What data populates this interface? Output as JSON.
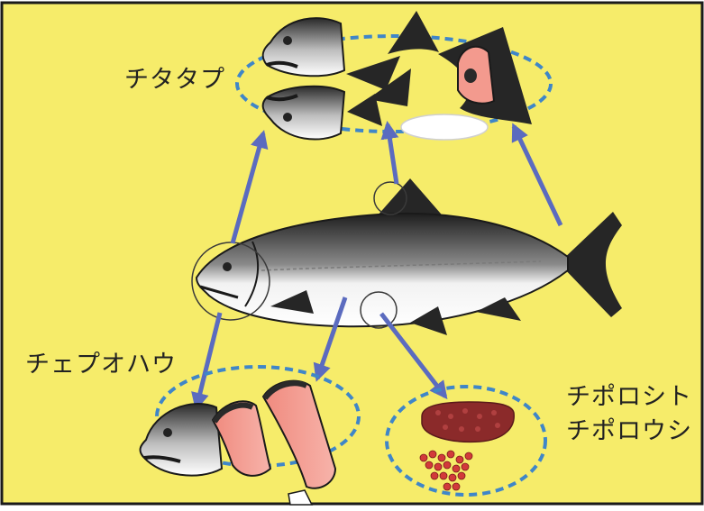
{
  "labels": {
    "top_group": "チタタプ",
    "bottom_left_group": "チェプオハウ",
    "bottom_right_line1": "チポロシト",
    "bottom_right_line2": "チポロウシ"
  },
  "colors": {
    "background": "#f6ec6a",
    "frame_border": "#1a1a1a",
    "arrow": "#5b6bbf",
    "dashed_ellipse": "#3f86c8",
    "fish_dark": "#2a2a2a",
    "fish_light": "#f4f4f4",
    "salmon_flesh": "#f39a8e",
    "roe_dark": "#8b2a2a",
    "roe_bright": "#d23a3a"
  },
  "icons": {
    "fish": "salmon-icon",
    "head": "fish-head-icon",
    "fins": "fin-icon",
    "steak": "salmon-steak-icon",
    "roe": "salmon-roe-icon"
  }
}
